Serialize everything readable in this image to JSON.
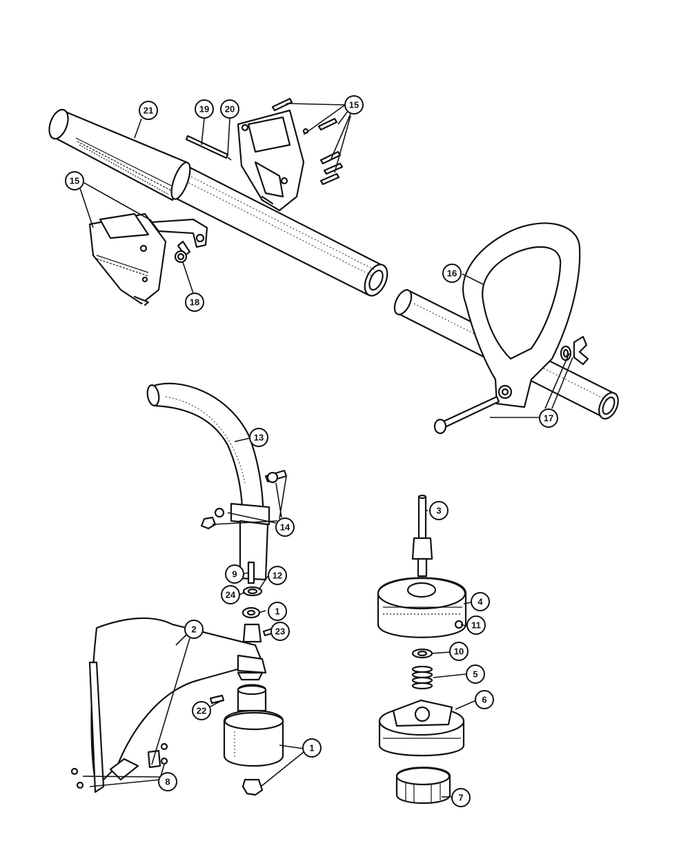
{
  "callouts": [
    {
      "id": "c21",
      "label": "21"
    },
    {
      "id": "c19",
      "label": "19"
    },
    {
      "id": "c20",
      "label": "20"
    },
    {
      "id": "c15a",
      "label": "15"
    },
    {
      "id": "c15b",
      "label": "15"
    },
    {
      "id": "c18",
      "label": "18"
    },
    {
      "id": "c16",
      "label": "16"
    },
    {
      "id": "c17",
      "label": "17"
    },
    {
      "id": "c13",
      "label": "13"
    },
    {
      "id": "c14",
      "label": "14"
    },
    {
      "id": "c3",
      "label": "3"
    },
    {
      "id": "c9",
      "label": "9"
    },
    {
      "id": "c12",
      "label": "12"
    },
    {
      "id": "c24",
      "label": "24"
    },
    {
      "id": "c1a",
      "label": "1"
    },
    {
      "id": "c2",
      "label": "2"
    },
    {
      "id": "c23",
      "label": "23"
    },
    {
      "id": "c4",
      "label": "4"
    },
    {
      "id": "c11",
      "label": "11"
    },
    {
      "id": "c10",
      "label": "10"
    },
    {
      "id": "c5",
      "label": "5"
    },
    {
      "id": "c22",
      "label": "22"
    },
    {
      "id": "c6",
      "label": "6"
    },
    {
      "id": "c1b",
      "label": "1"
    },
    {
      "id": "c8",
      "label": "8"
    },
    {
      "id": "c7",
      "label": "7"
    }
  ]
}
